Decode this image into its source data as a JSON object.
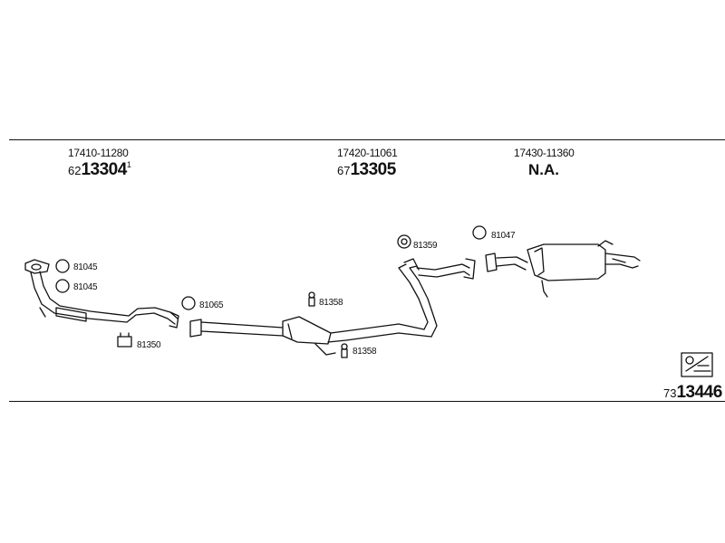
{
  "sections": [
    {
      "part_number": "17410-11280",
      "code_prefix": "62",
      "code_main": "13304",
      "code_suffix": "1"
    },
    {
      "part_number": "17420-11061",
      "code_prefix": "67",
      "code_main": "13305",
      "code_suffix": ""
    },
    {
      "part_number": "17430-11360",
      "status": "N.A."
    }
  ],
  "component_labels": {
    "ring_81045_a": "81045",
    "ring_81045_b": "81045",
    "clamp_81350": "81350",
    "ring_81065": "81065",
    "bolt_81358_a": "81358",
    "bolt_81358_b": "81358",
    "hanger_81359": "81359",
    "ring_81047": "81047"
  },
  "footer": {
    "code_prefix": "73",
    "code_main": "13446"
  },
  "icons": {
    "footer_symbol": "exhaust-kit-icon"
  },
  "colors": {
    "line": "#111111",
    "background": "#ffffff"
  }
}
